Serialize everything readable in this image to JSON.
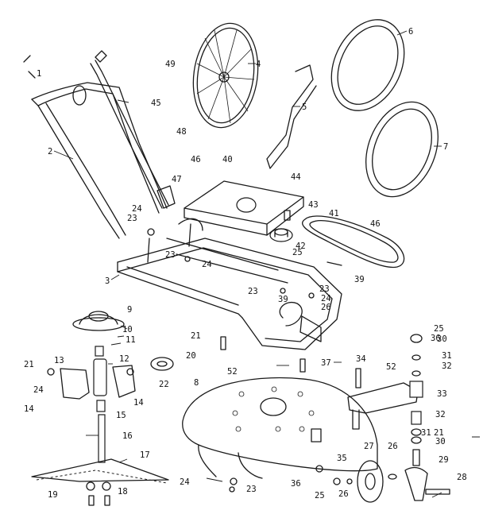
{
  "callouts": [
    {
      "id": "1",
      "text": "1"
    },
    {
      "id": "2",
      "text": "2"
    },
    {
      "id": "3",
      "text": "3"
    },
    {
      "id": "4",
      "text": "4"
    },
    {
      "id": "5",
      "text": "5"
    },
    {
      "id": "6",
      "text": "6"
    },
    {
      "id": "7",
      "text": "7"
    },
    {
      "id": "8",
      "text": "8"
    },
    {
      "id": "9",
      "text": "9"
    },
    {
      "id": "10",
      "text": "10"
    },
    {
      "id": "11",
      "text": "11"
    },
    {
      "id": "12",
      "text": "12"
    },
    {
      "id": "13",
      "text": "13"
    },
    {
      "id": "14a",
      "text": "14"
    },
    {
      "id": "14b",
      "text": "14"
    },
    {
      "id": "15",
      "text": "15"
    },
    {
      "id": "16",
      "text": "16"
    },
    {
      "id": "17",
      "text": "17"
    },
    {
      "id": "18",
      "text": "18"
    },
    {
      "id": "19",
      "text": "19"
    },
    {
      "id": "20",
      "text": "20"
    },
    {
      "id": "21a",
      "text": "21"
    },
    {
      "id": "21b",
      "text": "21"
    },
    {
      "id": "21c",
      "text": "21"
    },
    {
      "id": "22",
      "text": "22"
    },
    {
      "id": "23a",
      "text": "23"
    },
    {
      "id": "23b",
      "text": "23"
    },
    {
      "id": "23c",
      "text": "23"
    },
    {
      "id": "23d",
      "text": "23"
    },
    {
      "id": "23e",
      "text": "23"
    },
    {
      "id": "24a",
      "text": "24"
    },
    {
      "id": "24b",
      "text": "24"
    },
    {
      "id": "24c",
      "text": "24"
    },
    {
      "id": "24d",
      "text": "24"
    },
    {
      "id": "24e",
      "text": "24"
    },
    {
      "id": "25a",
      "text": "25"
    },
    {
      "id": "25b",
      "text": "25"
    },
    {
      "id": "25c",
      "text": "25"
    },
    {
      "id": "26a",
      "text": "26"
    },
    {
      "id": "26b",
      "text": "26"
    },
    {
      "id": "26c",
      "text": "26"
    },
    {
      "id": "27",
      "text": "27"
    },
    {
      "id": "28",
      "text": "28"
    },
    {
      "id": "29",
      "text": "29"
    },
    {
      "id": "30a",
      "text": "30"
    },
    {
      "id": "30b",
      "text": "30"
    },
    {
      "id": "31a",
      "text": "31"
    },
    {
      "id": "31b",
      "text": "31"
    },
    {
      "id": "32a",
      "text": "32"
    },
    {
      "id": "32b",
      "text": "32"
    },
    {
      "id": "33",
      "text": "33"
    },
    {
      "id": "34",
      "text": "34"
    },
    {
      "id": "35",
      "text": "35"
    },
    {
      "id": "36a",
      "text": "36"
    },
    {
      "id": "36b",
      "text": "36"
    },
    {
      "id": "37",
      "text": "37"
    },
    {
      "id": "39a",
      "text": "39"
    },
    {
      "id": "39b",
      "text": "39"
    },
    {
      "id": "40",
      "text": "40"
    },
    {
      "id": "41",
      "text": "41"
    },
    {
      "id": "42",
      "text": "42"
    },
    {
      "id": "43",
      "text": "43"
    },
    {
      "id": "44",
      "text": "44"
    },
    {
      "id": "45",
      "text": "45"
    },
    {
      "id": "46a",
      "text": "46"
    },
    {
      "id": "46b",
      "text": "46"
    },
    {
      "id": "47",
      "text": "47"
    },
    {
      "id": "48",
      "text": "48"
    },
    {
      "id": "49",
      "text": "49"
    },
    {
      "id": "52a",
      "text": "52"
    },
    {
      "id": "52b",
      "text": "52"
    }
  ]
}
